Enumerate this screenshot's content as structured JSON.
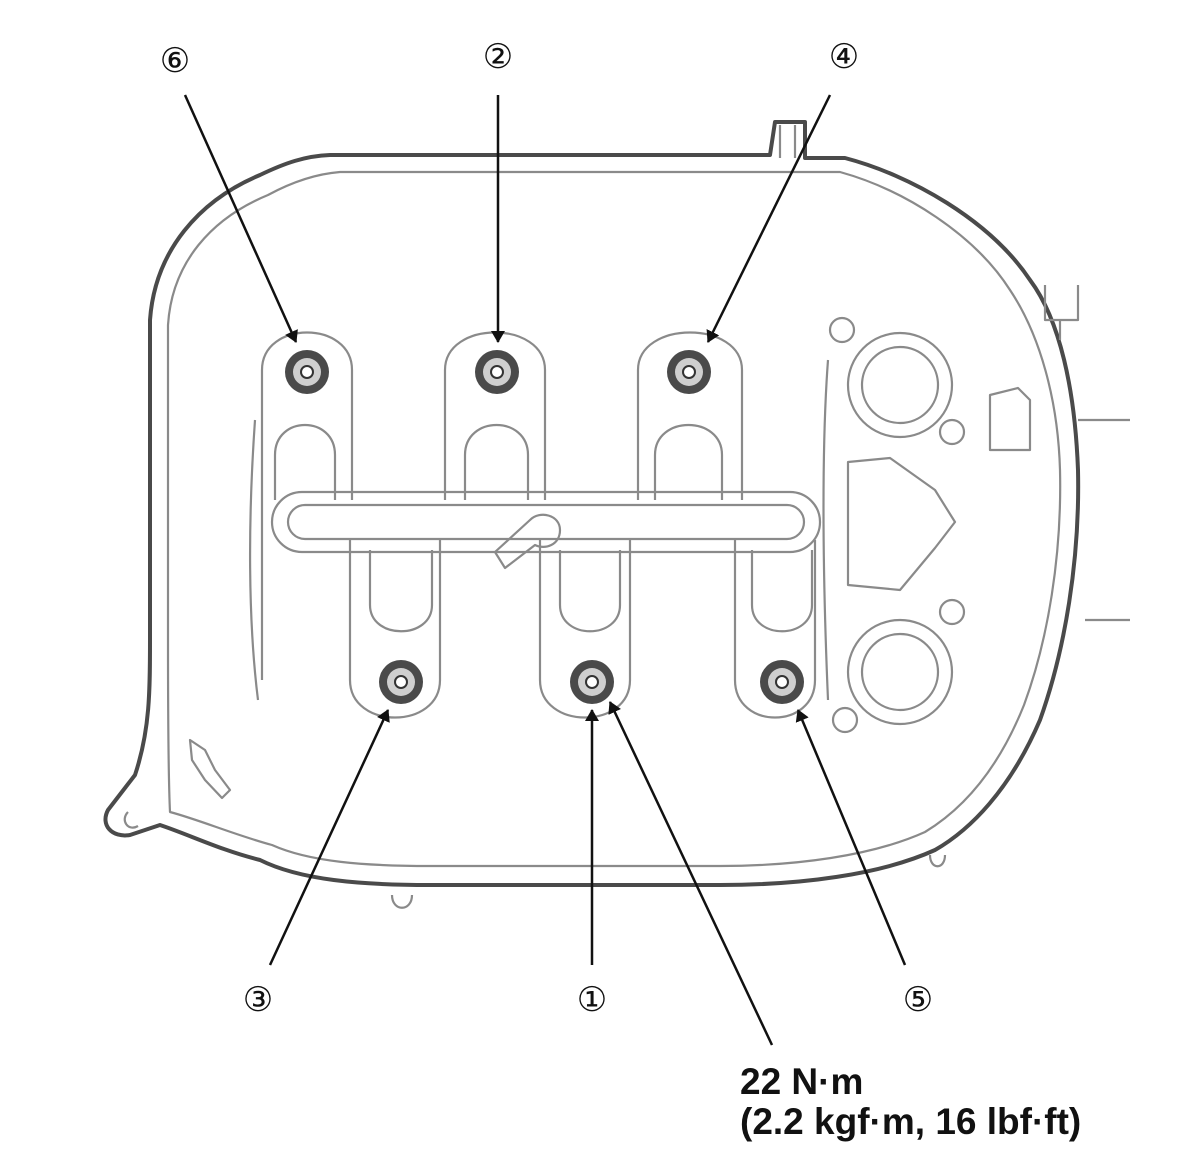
{
  "callouts": {
    "bolt_6": "⑥",
    "bolt_2": "②",
    "bolt_4": "④",
    "bolt_3": "③",
    "bolt_1": "①",
    "bolt_5": "⑤"
  },
  "torque": {
    "line1": "22 N·m",
    "line2": "(2.2 kgf·m, 16 lbf·ft)"
  },
  "colors": {
    "outline": "#4a4a4a",
    "leader": "#111111",
    "bolt": "#3a3a3a"
  }
}
